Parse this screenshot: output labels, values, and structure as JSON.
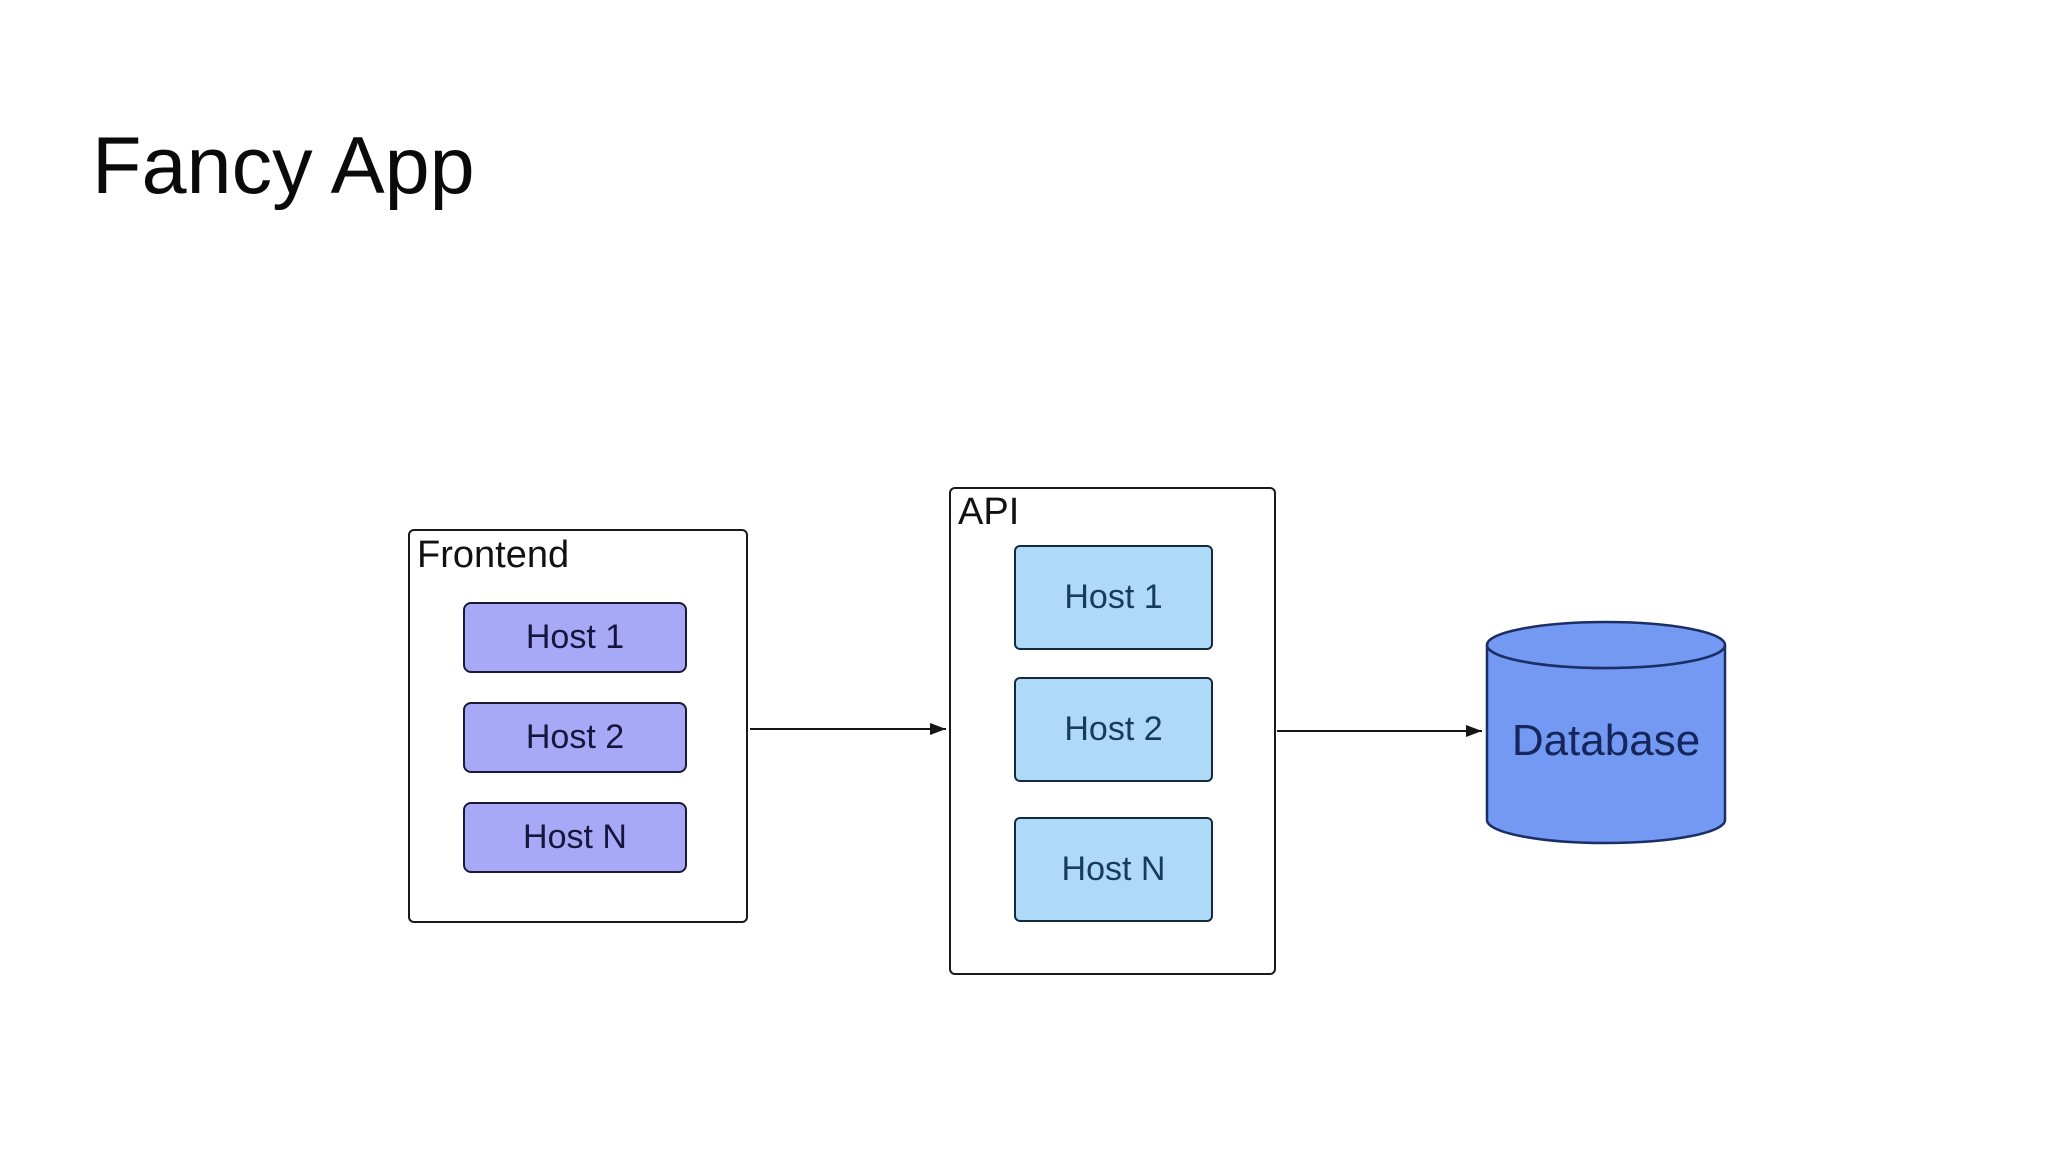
{
  "title": "Fancy App",
  "colors": {
    "background": "#ffffff",
    "title_text": "#0a0a0a",
    "group_border": "#1a1a1a",
    "group_label": "#111111",
    "frontend_host_fill": "#a7a9f6",
    "frontend_host_border": "#1a1a38",
    "frontend_host_text": "#16163c",
    "api_host_fill": "#aedaf8",
    "api_host_border": "#15293f",
    "api_host_text": "#173a5e",
    "db_fill": "#7399f3",
    "db_stroke": "#1c2e66",
    "db_text": "#15265c",
    "arrow": "#151515"
  },
  "frontend": {
    "label": "Frontend",
    "hosts": [
      "Host 1",
      "Host 2",
      "Host N"
    ]
  },
  "api": {
    "label": "API",
    "hosts": [
      "Host 1",
      "Host 2",
      "Host N"
    ]
  },
  "database": {
    "label": "Database"
  },
  "connections": [
    {
      "from": "Frontend",
      "to": "API"
    },
    {
      "from": "API",
      "to": "Database"
    }
  ]
}
